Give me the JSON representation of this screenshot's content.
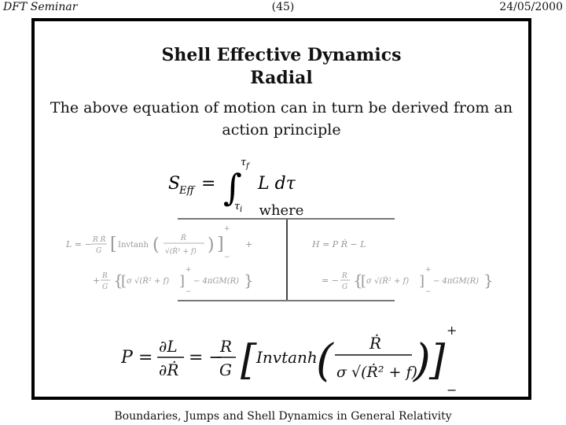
{
  "header": {
    "left": "DFT Seminar",
    "center": "(45)",
    "right": "24/05/2000"
  },
  "slide": {
    "title_line1": "Shell Effective Dynamics",
    "title_line2": "Radial",
    "intro_line1": "The above equation of motion can in turn be derived from an",
    "intro_line2": "action principle",
    "where": "where"
  },
  "equations": {
    "action": "S_Eff = ∫_{τ_i}^{τ_f} L dτ",
    "lagrangian_line1": "L = −(R Ṙ / G) [ Invtanh( Ṙ / √(Ṙ² + f) ) ]_−^+ +",
    "lagrangian_line2": "+ (R/G) { [ σ √(Ṙ² + f) ]_−^+ − 4πGM(R) }",
    "hamiltonian_line1": "H = P Ṙ − L",
    "hamiltonian_line2": "= −(R/G) { [ σ √(Ṙ² + f) ]_−^+ − 4πGM(R) }",
    "momentum": "P = ∂L/∂Ṙ = −(R/G) [ Invtanh( Ṙ / (σ √(Ṙ² + f)) ) ]_−^+"
  },
  "footer": "Boundaries, Jumps and Shell Dynamics in General Relativity"
}
